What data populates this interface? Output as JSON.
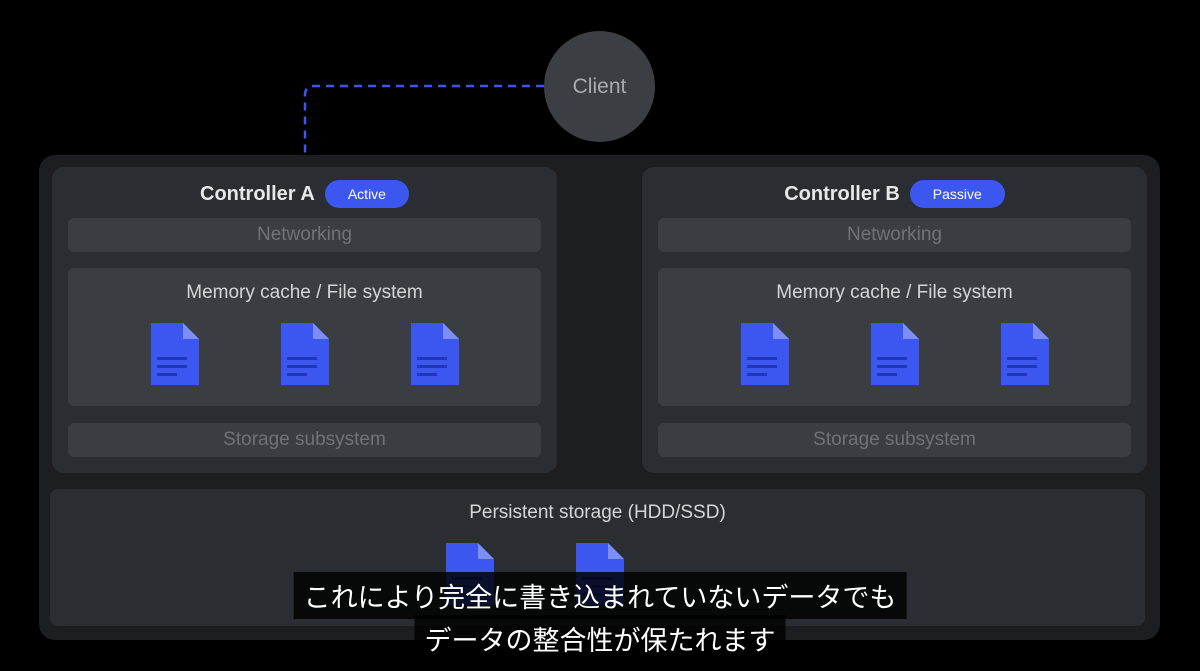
{
  "client": {
    "label": "Client"
  },
  "controllers": [
    {
      "title": "Controller A",
      "status": "Active",
      "networking": "Networking",
      "memory": "Memory cache / File system",
      "storage": "Storage subsystem"
    },
    {
      "title": "Controller B",
      "status": "Passive",
      "networking": "Networking",
      "memory": "Memory cache / File system",
      "storage": "Storage subsystem"
    }
  ],
  "persistent_storage": {
    "label": "Persistent storage (HDD/SSD)"
  },
  "subtitles": {
    "line1": "これにより完全に書き込まれていないデータでも",
    "line2": "データの整合性が保たれます"
  },
  "colors": {
    "accent": "#3b57f0",
    "document": "#3b57f0",
    "panel": "#2a2d31",
    "background": "#000000"
  },
  "icons": {
    "document": "document-icon"
  }
}
